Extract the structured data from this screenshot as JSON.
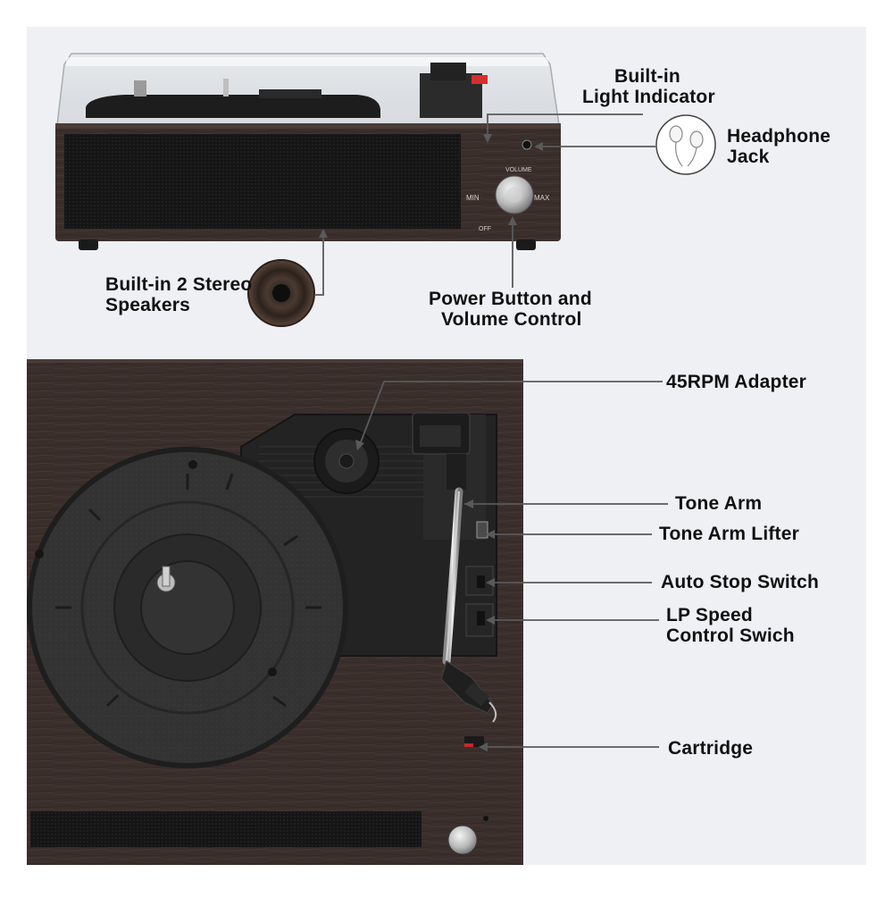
{
  "callouts": {
    "light_indicator": [
      "Built-in",
      "Light Indicator"
    ],
    "headphone_jack": [
      "Headphone",
      "Jack"
    ],
    "speakers": [
      "Built-in 2 Stereo",
      "Speakers"
    ],
    "power_volume": [
      "Power Button and",
      "Volume Control"
    ],
    "adapter_45rpm": "45RPM Adapter",
    "tone_arm": "Tone Arm",
    "tone_arm_lifter": "Tone Arm Lifter",
    "auto_stop_switch": "Auto Stop Switch",
    "lp_speed": [
      "LP Speed",
      "Control Swich"
    ],
    "cartridge": "Cartridge"
  },
  "panel_markings": {
    "volume": "VOLUME",
    "min": "MIN",
    "max": "MAX",
    "off": "OFF"
  },
  "colors": {
    "wood": "#3b2f2b",
    "wood_dark": "#2a201d",
    "platter": "#2a2a2a",
    "deck": "#1f1f1f",
    "background": "#eef0f3",
    "line": "#555555",
    "accent_red": "#c62828"
  }
}
